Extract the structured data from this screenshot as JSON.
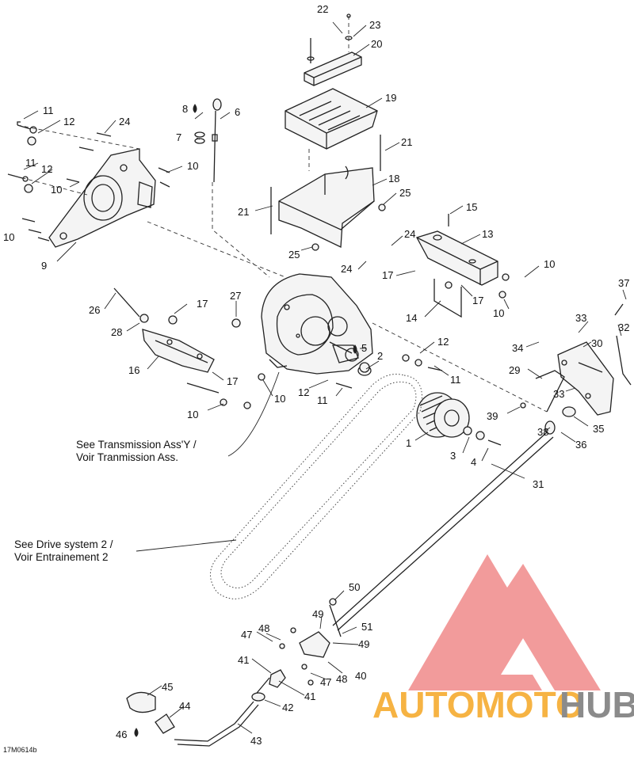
{
  "diagram": {
    "part_numbers": [
      "1",
      "2",
      "3",
      "4",
      "5",
      "6",
      "7",
      "8",
      "9",
      "10",
      "11",
      "12",
      "13",
      "14",
      "15",
      "16",
      "17",
      "18",
      "19",
      "20",
      "21",
      "22",
      "23",
      "24",
      "25",
      "26",
      "27",
      "28",
      "29",
      "30",
      "31",
      "32",
      "33",
      "34",
      "35",
      "36",
      "37",
      "38",
      "39",
      "40",
      "41",
      "42",
      "43",
      "44",
      "45",
      "46",
      "47",
      "48",
      "49",
      "50",
      "51"
    ],
    "notes": {
      "transmission_line1": "See Transmission Ass'Y /",
      "transmission_line2": "Voir Tranmission Ass.",
      "drive_line1": "See Drive system 2 /",
      "drive_line2": "Voir Entrainement 2"
    },
    "drawing_code": "17M0614b"
  },
  "watermark": {
    "brand_part1": "AUTOMOTO",
    "brand_part2": "HUB",
    "color_logo": "#f08a8a",
    "color_part1": "#f5a623",
    "color_part2": "#777777"
  },
  "colors": {
    "line": "#222222",
    "background": "#ffffff"
  }
}
